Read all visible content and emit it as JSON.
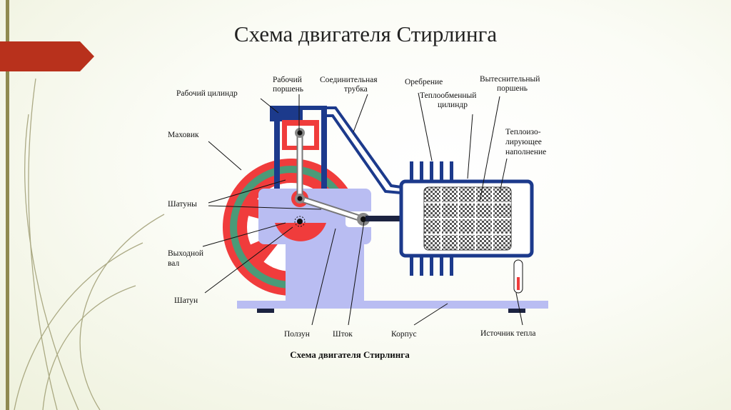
{
  "slide": {
    "title": "Схема двигателя Стирлинга"
  },
  "diagram": {
    "caption": "Схема двигателя Стирлинга",
    "labels": {
      "working_cylinder": "Рабочий цилиндр",
      "working_piston_1": "Рабочий",
      "working_piston_2": "поршень",
      "tube_1": "Соединительная",
      "tube_2": "трубка",
      "fins": "Оребрение",
      "hx_cyl_1": "Теплообменный",
      "hx_cyl_2": "цилиндр",
      "displacer_1": "Вытеснительный",
      "displacer_2": "поршень",
      "insulation_1": "Теплоизо-",
      "insulation_2": "лирующее",
      "insulation_3": "наполнение",
      "flywheel": "Маховик",
      "rods": "Шатуны",
      "shaft_1": "Выходной",
      "shaft_2": "вал",
      "rod": "Шатун",
      "slider": "Ползун",
      "piston_rod": "Шток",
      "body": "Корпус",
      "heat_source": "Источник тепла"
    },
    "colors": {
      "red": "#f03c3c",
      "green": "#4b9a78",
      "blue": "#1c3a8c",
      "lavender": "#b9bdf2",
      "accent": "#b8311c"
    }
  }
}
